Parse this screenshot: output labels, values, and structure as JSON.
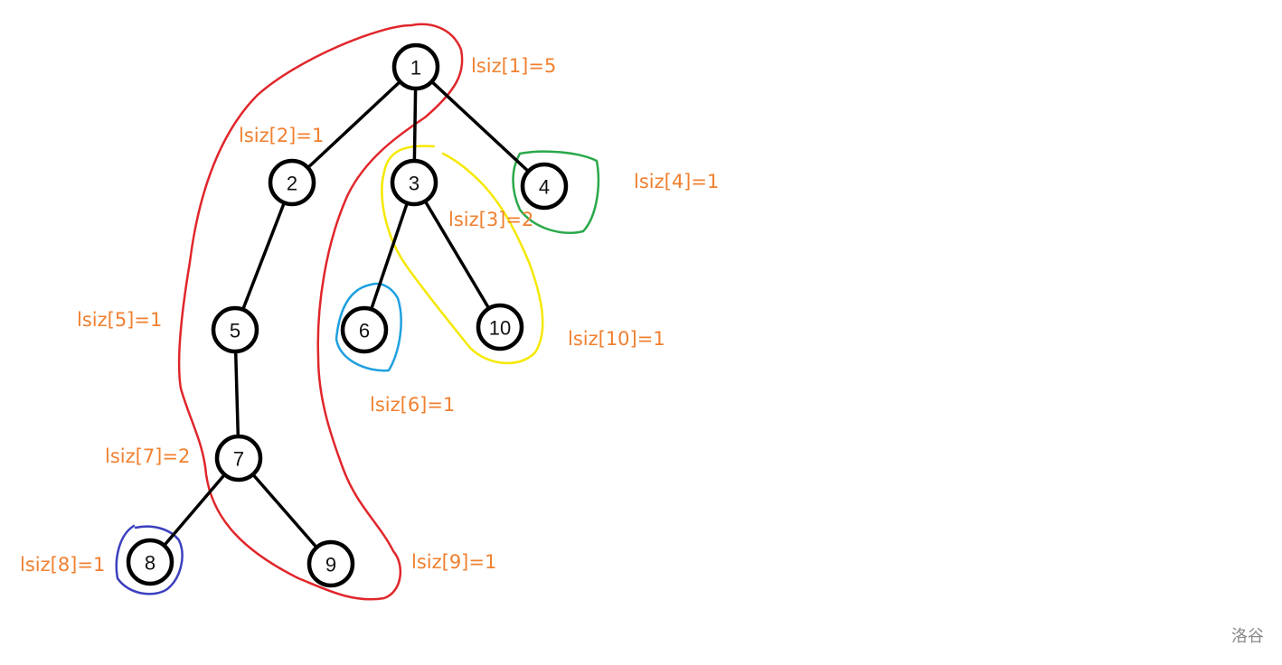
{
  "nodes": [
    {
      "id": "1",
      "label": "1"
    },
    {
      "id": "2",
      "label": "2"
    },
    {
      "id": "3",
      "label": "3"
    },
    {
      "id": "4",
      "label": "4"
    },
    {
      "id": "5",
      "label": "5"
    },
    {
      "id": "6",
      "label": "6"
    },
    {
      "id": "7",
      "label": "7"
    },
    {
      "id": "8",
      "label": "8"
    },
    {
      "id": "9",
      "label": "9"
    },
    {
      "id": "10",
      "label": "10"
    }
  ],
  "edges": [
    {
      "from": "1",
      "to": "2"
    },
    {
      "from": "1",
      "to": "3"
    },
    {
      "from": "1",
      "to": "4"
    },
    {
      "from": "2",
      "to": "5"
    },
    {
      "from": "3",
      "to": "6"
    },
    {
      "from": "3",
      "to": "10"
    },
    {
      "from": "5",
      "to": "7"
    },
    {
      "from": "7",
      "to": "8"
    },
    {
      "from": "7",
      "to": "9"
    }
  ],
  "annotations": {
    "n1": "lsiz[1]=5",
    "n2": "lsiz[2]=1",
    "n3": "lsiz[3]=2",
    "n4": "lsiz[4]=1",
    "n5": "lsiz[5]=1",
    "n6": "lsiz[6]=1",
    "n7": "lsiz[7]=2",
    "n8": "lsiz[8]=1",
    "n9": "lsiz[9]=1",
    "n10": "lsiz[10]=1"
  },
  "colors": {
    "annotation": "#f08030",
    "outline_red": "#e0262b",
    "outline_yellow": "#f5e800",
    "outline_green": "#2aa84a",
    "outline_blue": "#1fa0e0",
    "outline_navy": "#3b3fbf"
  },
  "watermark": "洛谷"
}
